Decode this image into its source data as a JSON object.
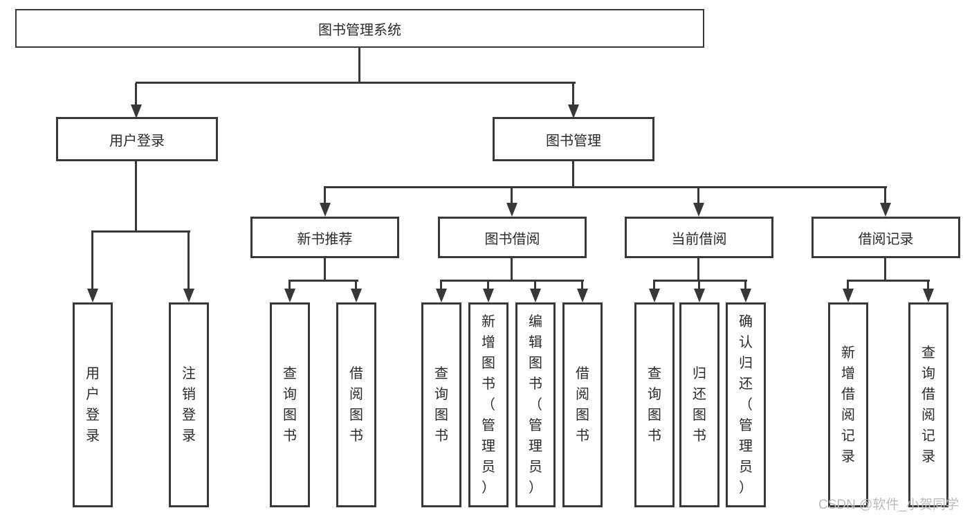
{
  "tree": {
    "label": "图书管理系统",
    "children": [
      {
        "label": "用户登录",
        "children": [
          {
            "label": "用户登录"
          },
          {
            "label": "注销登录"
          }
        ]
      },
      {
        "label": "图书管理",
        "children": [
          {
            "label": "新书推荐",
            "children": [
              {
                "label": "查询图书"
              },
              {
                "label": "借阅图书"
              }
            ]
          },
          {
            "label": "图书借阅",
            "children": [
              {
                "label": "查询图书"
              },
              {
                "label": "新增图书（管理员）"
              },
              {
                "label": "编辑图书（管理员）"
              },
              {
                "label": "借阅图书"
              }
            ]
          },
          {
            "label": "当前借阅",
            "children": [
              {
                "label": "查询图书"
              },
              {
                "label": "归还图书"
              },
              {
                "label": "确认归还（管理员）"
              }
            ]
          },
          {
            "label": "借阅记录",
            "children": [
              {
                "label": "新增借阅记录"
              },
              {
                "label": "查询借阅记录"
              }
            ]
          }
        ]
      }
    ]
  },
  "watermark": "CSDN @软件_小贺同学",
  "colors": {
    "line": "#383838",
    "text": "#2b2b2b",
    "watermark": "#bcbcbc",
    "background": "#ffffff"
  }
}
